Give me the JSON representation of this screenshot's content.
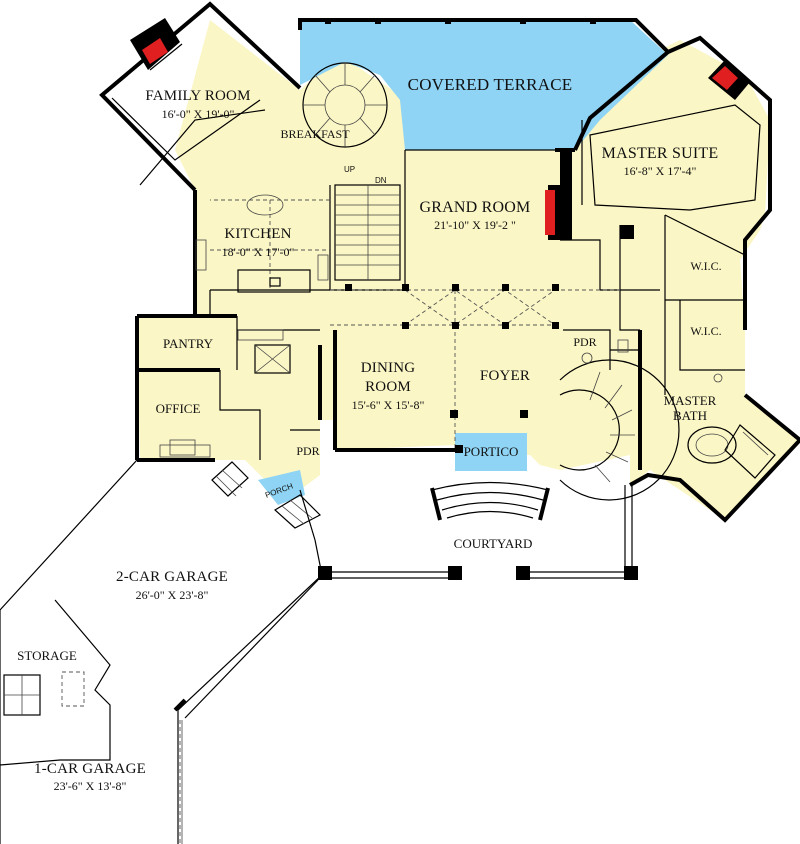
{
  "colors": {
    "floor": "#fbf6c5",
    "terrace": "#8fd4f4",
    "garage": "#ffffff",
    "fireplace": "#e02020",
    "wall": "#000000"
  },
  "rooms": {
    "family_room": {
      "name": "FAMILY ROOM",
      "dims": "16'-0\" X 19'-0\""
    },
    "covered_terrace": {
      "name": "COVERED TERRACE"
    },
    "breakfast": {
      "name": "BREAKFAST"
    },
    "master_suite": {
      "name": "MASTER SUITE",
      "dims": "16'-8\" X 17'-4\""
    },
    "kitchen": {
      "name": "KITCHEN",
      "dims": "18'-0\" X 17'-0\""
    },
    "grand_room": {
      "name": "GRAND ROOM",
      "dims": "21'-10\" X 19'-2 \""
    },
    "wic_1": {
      "name": "W.I.C."
    },
    "wic_2": {
      "name": "W.I.C."
    },
    "pantry": {
      "name": "PANTRY"
    },
    "dining_room": {
      "name_line1": "DINING",
      "name_line2": "ROOM",
      "dims": "15'-6\" X 15'-8\""
    },
    "foyer": {
      "name": "FOYER"
    },
    "pdr_1": {
      "name": "PDR"
    },
    "pdr_2": {
      "name": "PDR"
    },
    "master_bath": {
      "name_line1": "MASTER",
      "name_line2": "BATH"
    },
    "office": {
      "name": "OFFICE"
    },
    "portico": {
      "name": "PORTICO"
    },
    "porch": {
      "name": "PORCH"
    },
    "courtyard": {
      "name": "COURTYARD"
    },
    "garage_2car": {
      "name": "2-CAR GARAGE",
      "dims": "26'-0\" X 23'-8\""
    },
    "storage": {
      "name": "STORAGE"
    },
    "garage_1car": {
      "name": "1-CAR GARAGE",
      "dims": "23'-6\" X 13'-8\""
    }
  },
  "stairs": {
    "up_label": "UP",
    "down_label": "DN"
  }
}
